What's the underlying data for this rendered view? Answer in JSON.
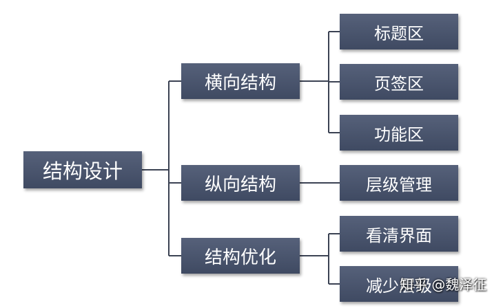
{
  "root": {
    "label": "结构设计"
  },
  "branches": [
    {
      "label": "横向结构",
      "children": [
        "标题区",
        "页签区",
        "功能区"
      ]
    },
    {
      "label": "纵向结构",
      "children": [
        "层级管理"
      ]
    },
    {
      "label": "结构优化",
      "children": [
        "看清界面",
        "减少层级"
      ]
    }
  ],
  "watermark": "知乎 @魏泽征",
  "colors": {
    "box": "#4a556d",
    "text": "#ffffff",
    "line": "#3a4152"
  }
}
